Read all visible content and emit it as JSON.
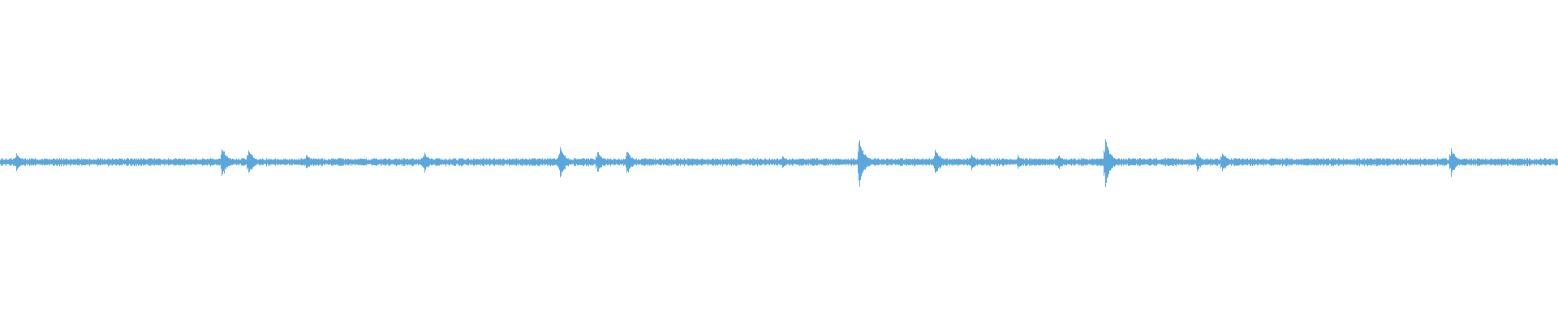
{
  "waveform": {
    "color": "#5aa7de",
    "background": "#ffffff",
    "baseline_amplitude": 0.02,
    "transient_peaks": [
      {
        "position": 0.01,
        "amplitude": 0.07
      },
      {
        "position": 0.142,
        "amplitude": 0.11
      },
      {
        "position": 0.159,
        "amplitude": 0.09
      },
      {
        "position": 0.196,
        "amplitude": 0.06
      },
      {
        "position": 0.272,
        "amplitude": 0.07
      },
      {
        "position": 0.359,
        "amplitude": 0.11
      },
      {
        "position": 0.383,
        "amplitude": 0.08
      },
      {
        "position": 0.402,
        "amplitude": 0.08
      },
      {
        "position": 0.502,
        "amplitude": 0.04
      },
      {
        "position": 0.551,
        "amplitude": 0.17
      },
      {
        "position": 0.6,
        "amplitude": 0.1
      },
      {
        "position": 0.623,
        "amplitude": 0.06
      },
      {
        "position": 0.653,
        "amplitude": 0.05
      },
      {
        "position": 0.679,
        "amplitude": 0.05
      },
      {
        "position": 0.709,
        "amplitude": 0.16
      },
      {
        "position": 0.768,
        "amplitude": 0.06
      },
      {
        "position": 0.784,
        "amplitude": 0.08
      },
      {
        "position": 0.931,
        "amplitude": 0.1
      }
    ]
  }
}
